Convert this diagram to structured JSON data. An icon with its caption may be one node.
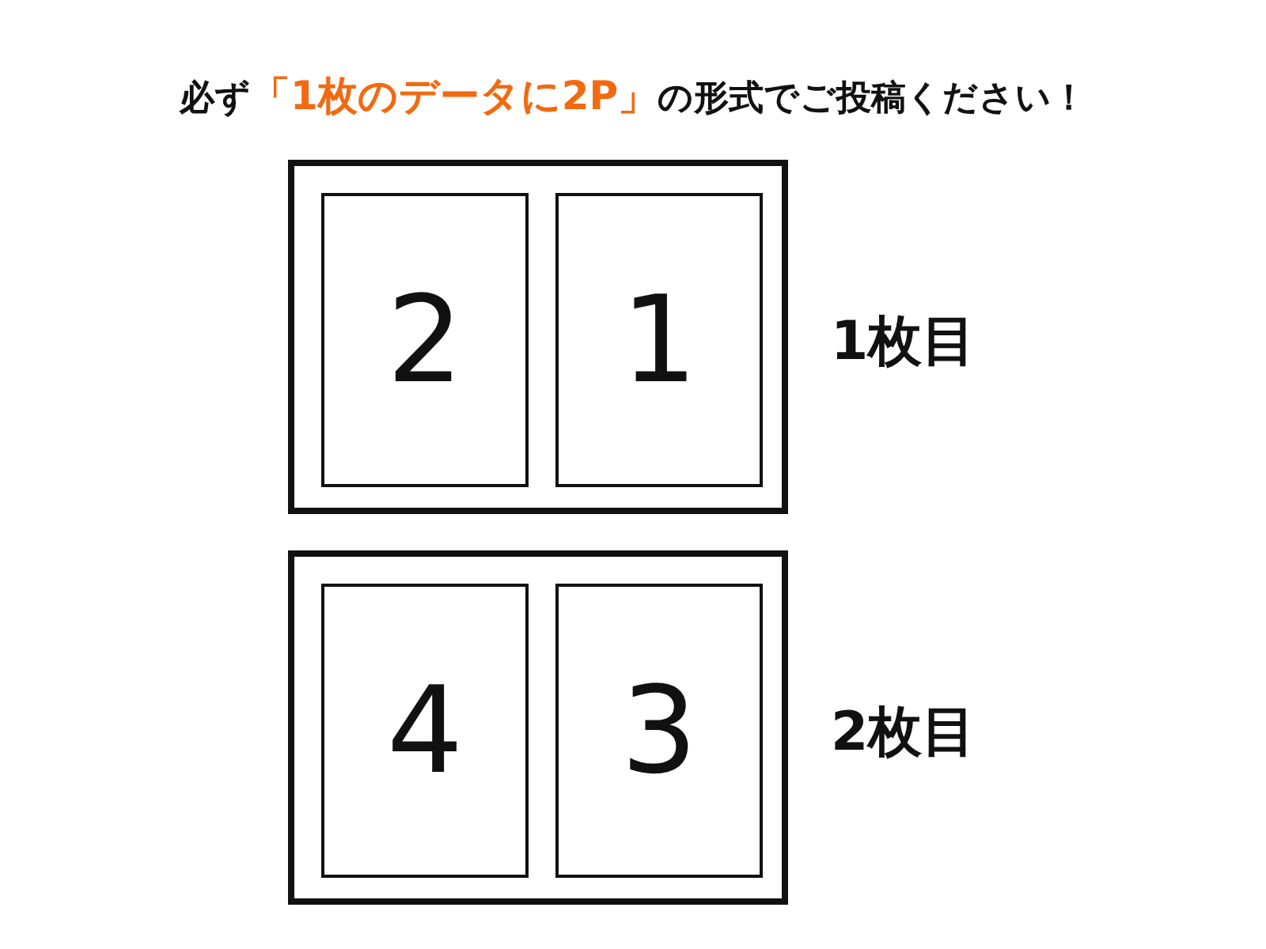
{
  "diagram": {
    "title": "必ず**「1枚のデータに2P」**の形式でご投稿ください！",
    "nodes": [
      {
        "text": [],
        "shape": "box",
        "beside": [
          "1枚目"
        ]
      },
      {
        "text": [
          "2"
        ],
        "in": 0
      },
      {
        "text": [
          "1"
        ],
        "in": 0
      },
      {
        "text": [],
        "shape": "box",
        "beside": [
          "2枚目"
        ]
      },
      {
        "text": [
          "4"
        ],
        "in": 3
      },
      {
        "text": [
          "3"
        ],
        "in": 3
      }
    ]
  }
}
